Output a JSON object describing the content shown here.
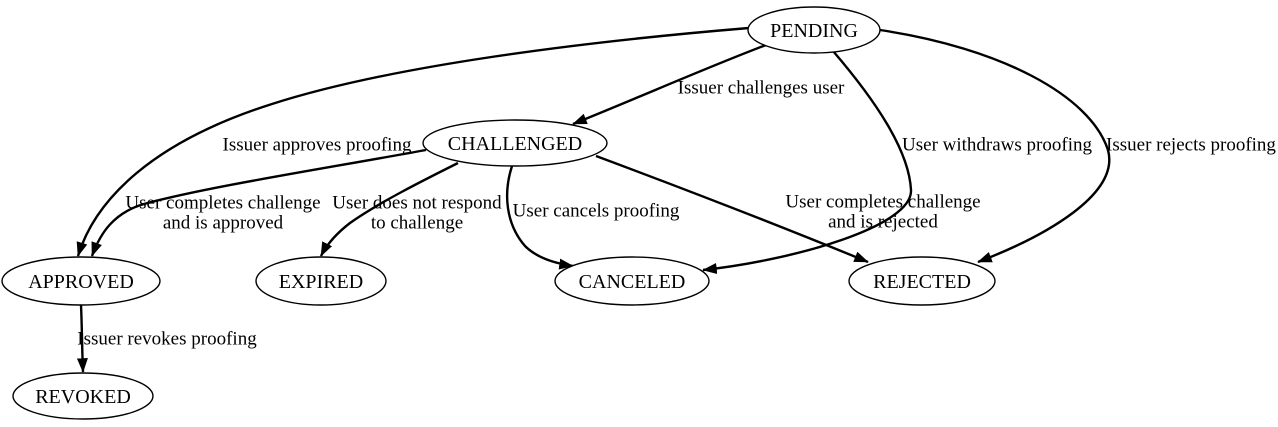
{
  "diagram": {
    "type": "state-transition-graph",
    "background_color": "#ffffff",
    "line_color": "#000000",
    "text_color": "#000000",
    "nodes": [
      {
        "id": "pending",
        "label": "PENDING"
      },
      {
        "id": "challenged",
        "label": "CHALLENGED"
      },
      {
        "id": "approved",
        "label": "APPROVED"
      },
      {
        "id": "expired",
        "label": "EXPIRED"
      },
      {
        "id": "canceled",
        "label": "CANCELED"
      },
      {
        "id": "rejected",
        "label": "REJECTED"
      },
      {
        "id": "revoked",
        "label": "REVOKED"
      }
    ],
    "edges": [
      {
        "from": "PENDING",
        "to": "CHALLENGED",
        "label": "Issuer challenges user"
      },
      {
        "from": "PENDING",
        "to": "APPROVED",
        "label": "Issuer approves proofing"
      },
      {
        "from": "PENDING",
        "to": "CANCELED",
        "label": "User withdraws proofing"
      },
      {
        "from": "PENDING",
        "to": "REJECTED",
        "label": "Issuer rejects proofing"
      },
      {
        "from": "CHALLENGED",
        "to": "APPROVED",
        "label": "User completes challenge and is approved",
        "lines": [
          "User completes challenge",
          "and is approved"
        ]
      },
      {
        "from": "CHALLENGED",
        "to": "EXPIRED",
        "label": "User does not respond to challenge",
        "lines": [
          "User does not respond",
          "to challenge"
        ]
      },
      {
        "from": "CHALLENGED",
        "to": "CANCELED",
        "label": "User cancels proofing"
      },
      {
        "from": "CHALLENGED",
        "to": "REJECTED",
        "label": "User completes challenge and is rejected",
        "lines": [
          "User completes challenge",
          "and is rejected"
        ]
      },
      {
        "from": "APPROVED",
        "to": "REVOKED",
        "label": "Issuer revokes proofing"
      }
    ]
  }
}
